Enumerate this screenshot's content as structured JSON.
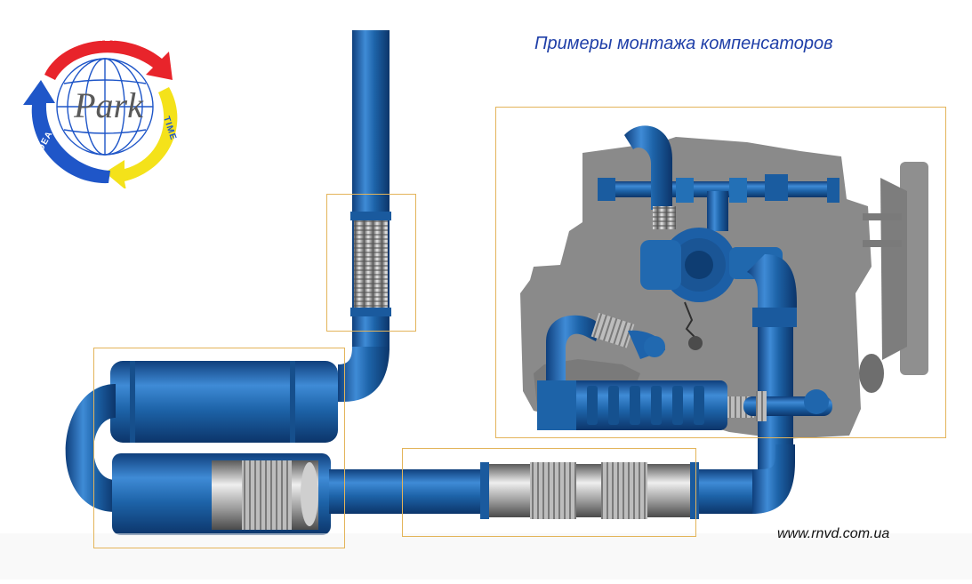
{
  "header": {
    "title": "Примеры монтажа компенсаторов"
  },
  "footer": {
    "website": "www.rnvd.com.ua"
  },
  "logo": {
    "brand": "Park",
    "ring_words": {
      "top": "QUALITY",
      "left": "IDEA",
      "right": "TIME"
    },
    "icon": "globe-icon",
    "colors": {
      "red": "#e8242b",
      "yellow": "#f4e21a",
      "blue": "#1f56c8"
    }
  },
  "colors": {
    "pipe": "#1d63a8",
    "pipe_dark": "#0f3f7c",
    "engine": "#8c8c8c",
    "highlight_box": "#e3b45a",
    "title": "#1f3fa8"
  }
}
